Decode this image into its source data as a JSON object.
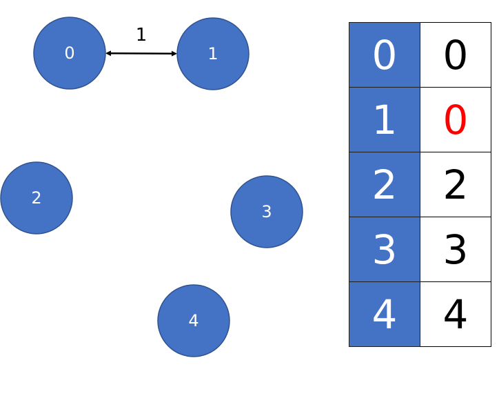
{
  "graph": {
    "nodes": [
      {
        "id": "0",
        "label": "0"
      },
      {
        "id": "1",
        "label": "1"
      },
      {
        "id": "2",
        "label": "2"
      },
      {
        "id": "3",
        "label": "3"
      },
      {
        "id": "4",
        "label": "4"
      }
    ],
    "edges": [
      {
        "from": "0",
        "to": "1",
        "label": "1",
        "directed": "both"
      }
    ],
    "node_color": "#4472C4"
  },
  "table": {
    "rows": [
      {
        "index": "0",
        "value": "0",
        "value_color": "#000000"
      },
      {
        "index": "1",
        "value": "0",
        "value_color": "#FF0000"
      },
      {
        "index": "2",
        "value": "2",
        "value_color": "#000000"
      },
      {
        "index": "3",
        "value": "3",
        "value_color": "#000000"
      },
      {
        "index": "4",
        "value": "4",
        "value_color": "#000000"
      }
    ],
    "index_color": "#4472C4"
  }
}
